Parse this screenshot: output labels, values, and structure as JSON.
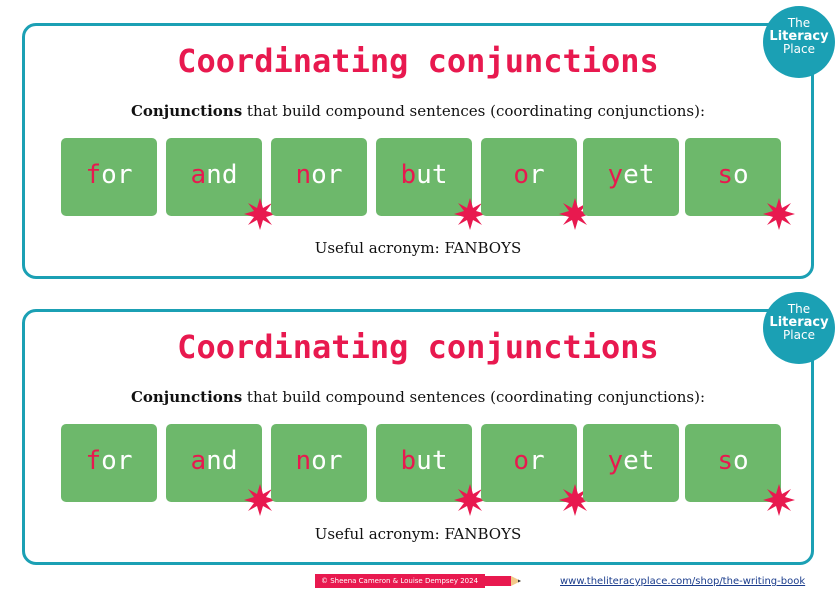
{
  "cards": [
    {
      "title": "Coordinating conjunctions",
      "subtitle_bold": "Conjunctions",
      "subtitle_rest": " that build compound sentences (coordinating conjunctions):",
      "acronym": "Useful acronym: FANBOYS",
      "logo": {
        "line1": "The",
        "line2": "Literacy",
        "line3": "Place"
      },
      "tiles": [
        {
          "first": "f",
          "rest": "or",
          "starred": false
        },
        {
          "first": "a",
          "rest": "nd",
          "starred": true
        },
        {
          "first": "n",
          "rest": "or",
          "starred": false
        },
        {
          "first": "b",
          "rest": "ut",
          "starred": true
        },
        {
          "first": "o",
          "rest": "r",
          "starred": true
        },
        {
          "first": "y",
          "rest": "et",
          "starred": false
        },
        {
          "first": "s",
          "rest": "o",
          "starred": true
        }
      ]
    },
    {
      "title": "Coordinating conjunctions",
      "subtitle_bold": "Conjunctions",
      "subtitle_rest": " that build compound sentences (coordinating conjunctions):",
      "acronym": "Useful acronym: FANBOYS",
      "logo": {
        "line1": "The",
        "line2": "Literacy",
        "line3": "Place"
      },
      "tiles": [
        {
          "first": "f",
          "rest": "or",
          "starred": false
        },
        {
          "first": "a",
          "rest": "nd",
          "starred": true
        },
        {
          "first": "n",
          "rest": "or",
          "starred": false
        },
        {
          "first": "b",
          "rest": "ut",
          "starred": true
        },
        {
          "first": "o",
          "rest": "r",
          "starred": true
        },
        {
          "first": "y",
          "rest": "et",
          "starred": false
        },
        {
          "first": "s",
          "rest": "o",
          "starred": true
        }
      ]
    }
  ],
  "footer": {
    "copyright": "© Sheena Cameron & Louise Dempsey 2024",
    "url": "www.theliteracyplace.com/shop/the-writing-book"
  },
  "colors": {
    "accent": "#e8194f",
    "border": "#1ba0b4",
    "tile": "#6db86b",
    "link": "#1a3c8c"
  }
}
